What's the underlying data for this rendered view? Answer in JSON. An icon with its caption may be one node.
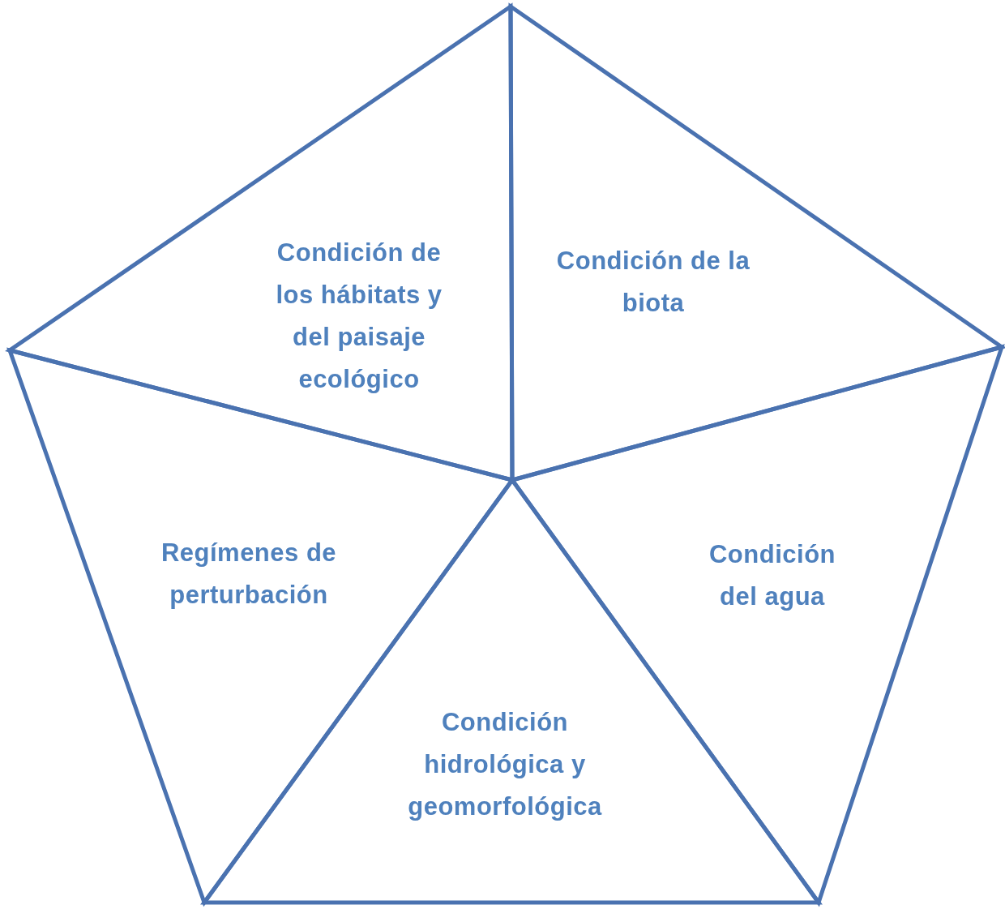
{
  "diagram": {
    "nodes": [
      {
        "text": [
          "Condición de los hábitats y del paisaje ecológico"
        ]
      },
      {
        "text": [
          "Condición de la biota"
        ]
      },
      {
        "text": [
          "Regímenes de perturbación"
        ]
      },
      {
        "text": [
          "Condición del agua"
        ]
      },
      {
        "text": [
          "Condición hidrológica y geomorfológica"
        ]
      }
    ]
  }
}
